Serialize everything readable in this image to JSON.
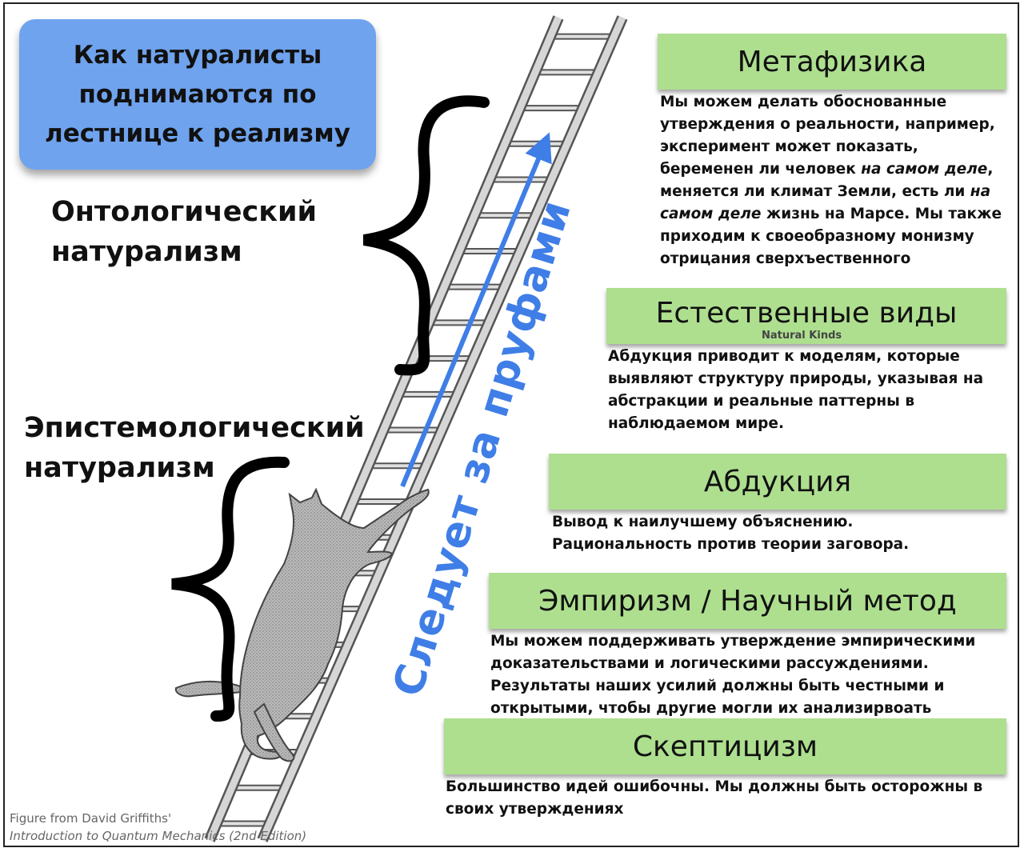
{
  "title": "Как натуралисты\nподнимаются по\nлестнице к реализму",
  "labels": {
    "ontological": "Онтологический\nнатурализм",
    "epistemological": "Эпистемологический\nнатурализм"
  },
  "vertical_text": "Следует за пруфами",
  "levels": [
    {
      "heading": "Метафизика",
      "desc_parts": [
        {
          "t": "Мы можем делать обоснованные утверждения о реальности, например, эксперимент может показать, беременен ли человек ",
          "i": false
        },
        {
          "t": "на самом деле",
          "i": true
        },
        {
          "t": ", меняется ли климат Земли, есть ли ",
          "i": false
        },
        {
          "t": "на самом деле",
          "i": true
        },
        {
          "t": " жизнь на Марсе. Мы также приходим к своеобразному монизму отрицания сверхъественного",
          "i": false
        }
      ]
    },
    {
      "heading": "Естественные виды",
      "subheading": "Natural Kinds",
      "desc": "Абдукция приводит к моделям, которые выявляют структуру природы, указывая на абстракции и реальные паттерны в наблюдаемом мире."
    },
    {
      "heading": "Абдукция",
      "desc": "Вывод к наилучшему объяснению.\nРациональность против теории заговора."
    },
    {
      "heading": "Эмпиризм / Научный метод",
      "desc": "Мы можем поддерживать утверждение эмпирическими доказательствами и логическими рассуждениями. Результаты наших усилий должны быть честными и открытыми, чтобы другие могли их анализирвоать"
    },
    {
      "heading": "Скептицизм",
      "desc": "Большинство идей ошибочны. Мы должны быть осторожны в своих утверждениях"
    }
  ],
  "credit": {
    "line1": "Figure from David Griffiths'",
    "line2": "Introduction to Quantum Mechanics (2nd Edition)"
  },
  "colors": {
    "title_bg": "#6fa3ee",
    "level_bg": "#aedf8f",
    "arrow": "#3f7ee6"
  }
}
